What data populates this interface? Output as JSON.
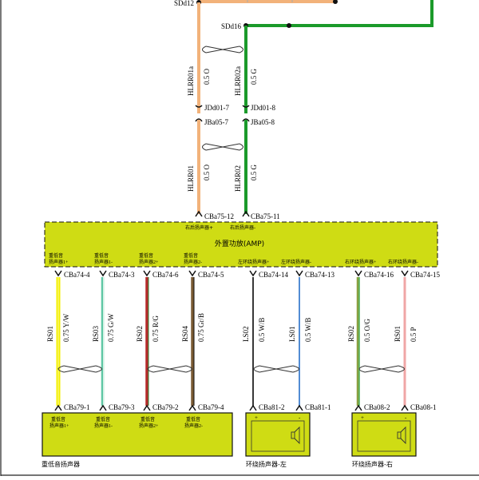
{
  "colors": {
    "orange": "#f2b27a",
    "green": "#1b9a2a",
    "yellow": "#f3f000",
    "teal_white": "#5fc7a4",
    "red": "#b52a2a",
    "brown_black": "#7a5a33",
    "blue": "#3f7fd0",
    "olive": "#8aa040",
    "pink": "#f0a6a6",
    "black": "#222222",
    "module_fill": "#cfdc14"
  },
  "top_splices": {
    "left": "SDd12",
    "right": "SDd16"
  },
  "upper_wires": [
    {
      "name": "HLRR01a",
      "size_color": "0.5 O"
    },
    {
      "name": "HLRR02a",
      "size_color": "0.5 G"
    }
  ],
  "jd_connectors": {
    "left": "JDd01-7",
    "right": "JDd01-8"
  },
  "jb_connectors": {
    "left": "JBa05-7",
    "right": "JBa05-8"
  },
  "mid_wires": [
    {
      "name": "HLRR01",
      "size_color": "0.5 O"
    },
    {
      "name": "HLRR02",
      "size_color": "0.5 G"
    }
  ],
  "amp": {
    "title": "外置功放(AMP)",
    "top_pins": [
      {
        "pin": "CBa75-12",
        "label": "右后扬声器+"
      },
      {
        "pin": "CBa75-11",
        "label": "右后扬声器-"
      }
    ],
    "bottom_labels": [
      {
        "l1": "重低音",
        "l2": "扬声器1+"
      },
      {
        "l1": "重低音",
        "l2": "扬声器1-"
      },
      {
        "l1": "重低音",
        "l2": "扬声器2+"
      },
      {
        "l1": "重低音",
        "l2": "扬声器2-"
      },
      {
        "l1": "左环绕扬声器+",
        "l2": ""
      },
      {
        "l1": "左环绕扬声器-",
        "l2": ""
      },
      {
        "l1": "右环绕扬声器+",
        "l2": ""
      },
      {
        "l1": "右环绕扬声器-",
        "l2": ""
      }
    ],
    "bottom_pins": [
      "CBa74-4",
      "CBa74-3",
      "CBa74-6",
      "CBa74-5",
      "CBa74-14",
      "CBa74-13",
      "CBa74-16",
      "CBa74-15"
    ]
  },
  "lower_wires": [
    {
      "name": "RS01",
      "size_color": "0.75 Y/W"
    },
    {
      "name": "RS03",
      "size_color": "0.75 G/W"
    },
    {
      "name": "RS02",
      "size_color": "0.75 R/G"
    },
    {
      "name": "RS04",
      "size_color": "0.75 Gr/B"
    },
    {
      "name": "LS02",
      "size_color": "0.5 W/B"
    },
    {
      "name": "LS01",
      "size_color": "0.5 W/B"
    },
    {
      "name": "RS02",
      "size_color": "0.5 O/G"
    },
    {
      "name": "RS01",
      "size_color": "0.5 P"
    }
  ],
  "end_pins": [
    "CBa79-1",
    "CBa79-3",
    "CBa79-2",
    "CBa79-4",
    "CBa81-2",
    "CBa81-1",
    "CBa08-2",
    "CBa08-1"
  ],
  "subwoofer": {
    "name": "重低音扬声器",
    "labels": [
      {
        "l1": "重低音",
        "l2": "扬声器1+"
      },
      {
        "l1": "重低音",
        "l2": "扬声器1-"
      },
      {
        "l1": "重低音",
        "l2": "扬声器2+"
      },
      {
        "l1": "重低音",
        "l2": "扬声器2-"
      }
    ]
  },
  "surround_left": {
    "name": "环绕扬声器-左",
    "plus": "+",
    "minus": "-"
  },
  "surround_right": {
    "name": "环绕扬声器-右",
    "plus": "+",
    "minus": "-"
  }
}
